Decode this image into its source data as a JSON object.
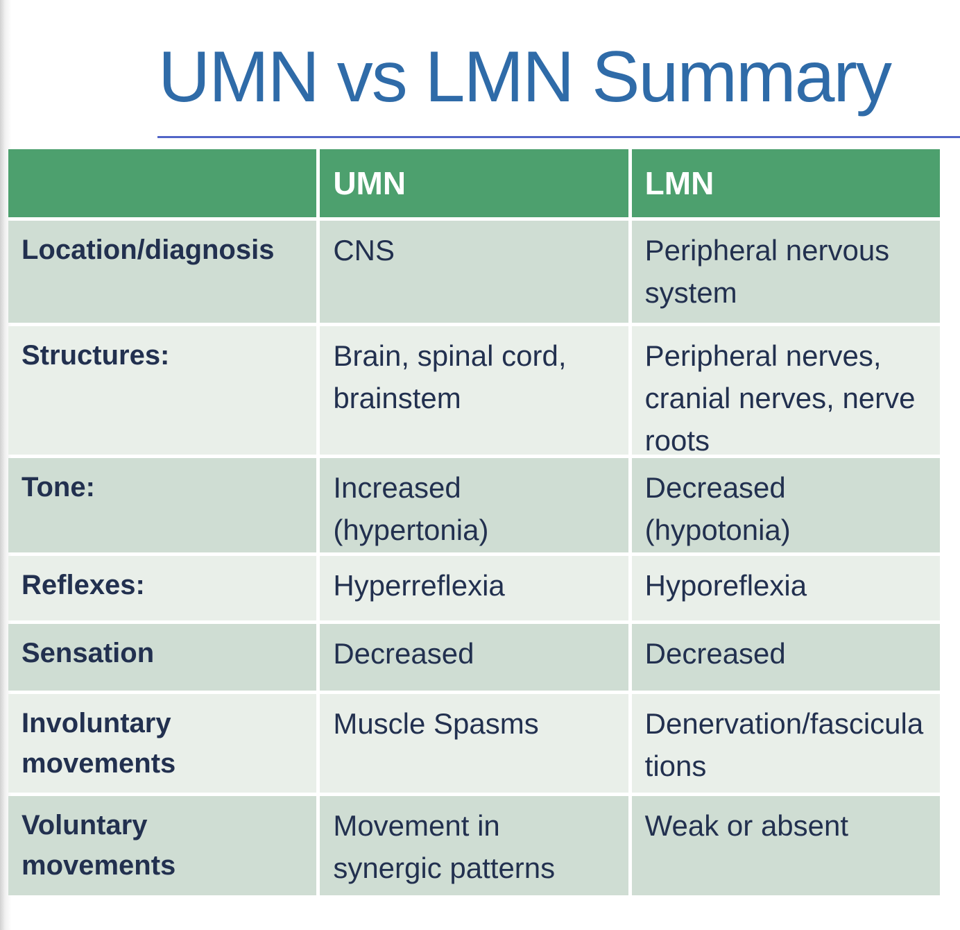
{
  "slide": {
    "title": "UMN vs LMN Summary"
  },
  "table": {
    "columns": [
      "",
      "UMN",
      "LMN"
    ],
    "rows": [
      {
        "label": "Location/diagnosis",
        "umn": "CNS",
        "lmn": "Peripheral nervous system"
      },
      {
        "label": "Structures:",
        "umn": "Brain, spinal cord, brainstem",
        "lmn": "Peripheral nerves, cranial nerves, nerve roots"
      },
      {
        "label": "Tone:",
        "umn": "Increased (hypertonia)",
        "lmn": "Decreased (hypotonia)"
      },
      {
        "label": "Reflexes:",
        "umn": "Hyperreflexia",
        "lmn": "Hyporeflexia"
      },
      {
        "label": "Sensation",
        "umn": "Decreased",
        "lmn": "Decreased"
      },
      {
        "label": "Involuntary movements",
        "umn": "Muscle Spasms",
        "lmn": "Denervation/fasciculations"
      },
      {
        "label": "Voluntary movements",
        "umn": "Movement in synergic patterns",
        "lmn": "Weak or absent"
      }
    ]
  },
  "theme": {
    "page_bg": "#ffffff",
    "edge_shadow": "#c9c9c9",
    "title_color": "#2f6ba8",
    "underline_color": "#5265c7",
    "header_bg": "#4da06e",
    "header_text": "#ffffff",
    "row_dark_bg": "#cfddd3",
    "row_light_bg": "#e9efe9",
    "cell_text": "#22304f"
  }
}
